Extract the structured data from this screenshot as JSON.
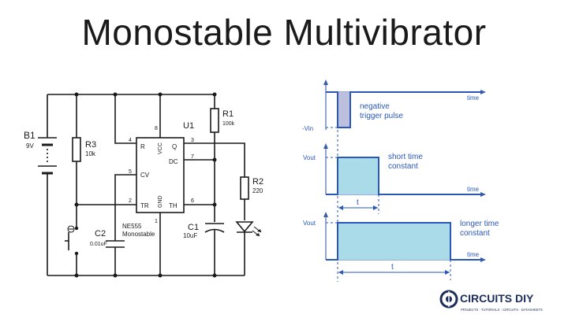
{
  "title": "Monostable Multivibrator",
  "circuit": {
    "battery": {
      "ref": "B1",
      "value": "9V"
    },
    "r1": {
      "ref": "R1",
      "value": "100k"
    },
    "r2": {
      "ref": "R2",
      "value": "220"
    },
    "r3": {
      "ref": "R3",
      "value": "10k"
    },
    "c1": {
      "ref": "C1",
      "value": "10uF"
    },
    "c2": {
      "ref": "C2",
      "value": "0.01uF"
    },
    "ic": {
      "ref": "U1",
      "part": "NE555",
      "mode": "Monostable",
      "pins": {
        "r": "R",
        "vcc": "VCC",
        "q": "Q",
        "dc": "DC",
        "cv": "CV",
        "tr": "TR",
        "gnd": "GND",
        "th": "TH"
      },
      "pin_numbers": {
        "p4": "4",
        "p8": "8",
        "p3": "3",
        "p7": "7",
        "p5": "5",
        "p2": "2",
        "p1": "1",
        "p6": "6"
      }
    }
  },
  "timing": {
    "time_label": "time",
    "vin_label": "-Vin",
    "vout_label": "Vout",
    "trigger_label_1": "negative",
    "trigger_label_2": "trigger pulse",
    "short_label_1": "short time",
    "short_label_2": "constant",
    "long_label_1": "longer time",
    "long_label_2": "constant",
    "t_label": "t",
    "pulse_fill_color": "#bcc0dc",
    "output_fill_color": "#a9dbe8",
    "line_color": "#2a58b8"
  },
  "logo": {
    "brand": "CIRCUITS DIY",
    "tagline": "PROJECTS · TUTORIALS · CIRCUITS · DATASHEETS"
  }
}
